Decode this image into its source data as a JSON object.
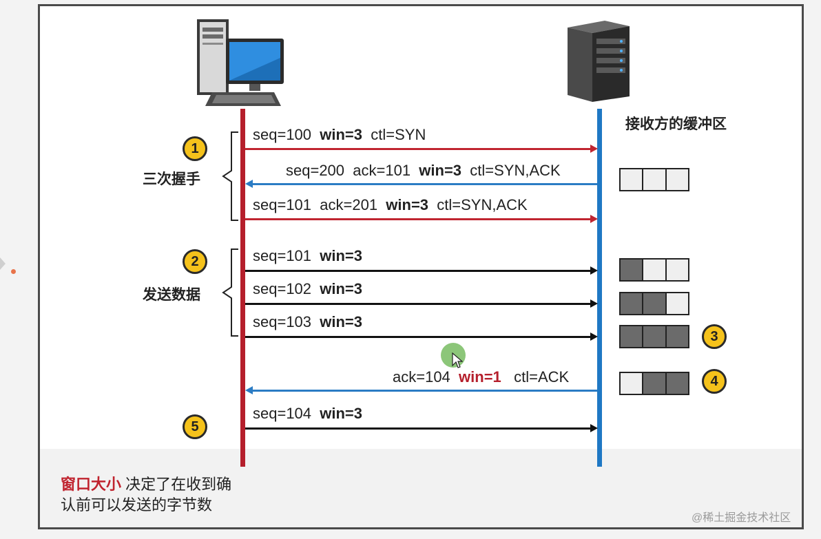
{
  "client_icon": "desktop-computer-icon",
  "server_icon": "server-tower-icon",
  "buffer_title": "接收方的缓冲区",
  "groups": {
    "handshake": {
      "badge": "1",
      "label": "三次握手"
    },
    "send": {
      "badge": "2",
      "label": "发送数据"
    }
  },
  "messages": [
    {
      "seq": "seq=100",
      "win": "win=3",
      "ctl": "ctl=SYN"
    },
    {
      "seq": "seq=200",
      "ack": "ack=101",
      "win": "win=3",
      "ctl": "ctl=SYN,ACK"
    },
    {
      "seq": "seq=101",
      "ack": "ack=201",
      "win": "win=3",
      "ctl": "ctl=SYN,ACK"
    },
    {
      "seq": "seq=101",
      "win": "win=3"
    },
    {
      "seq": "seq=102",
      "win": "win=3"
    },
    {
      "seq": "seq=103",
      "win": "win=3"
    },
    {
      "ack": "ack=104",
      "win": "win=1",
      "ctl": "ctl=ACK"
    },
    {
      "seq": "seq=104",
      "win": "win=3"
    }
  ],
  "buffers": [
    {
      "filled": 0,
      "of": 3
    },
    {
      "filled": 1,
      "of": 3
    },
    {
      "filled": 2,
      "of": 3
    },
    {
      "filled": 3,
      "of": 3
    },
    {
      "filled": 2,
      "of": 3,
      "empty_first": true
    }
  ],
  "markers": {
    "three": "3",
    "four": "4",
    "five": "5"
  },
  "note": {
    "highlight": "窗口大小",
    "rest_line1": " 决定了在收到确",
    "line2": "认前可以发送的字节数"
  },
  "watermark": "@稀土掘金技术社区",
  "colors": {
    "client": "#b51f2c",
    "server": "#1f78c4",
    "badge": "#f5c21b"
  }
}
